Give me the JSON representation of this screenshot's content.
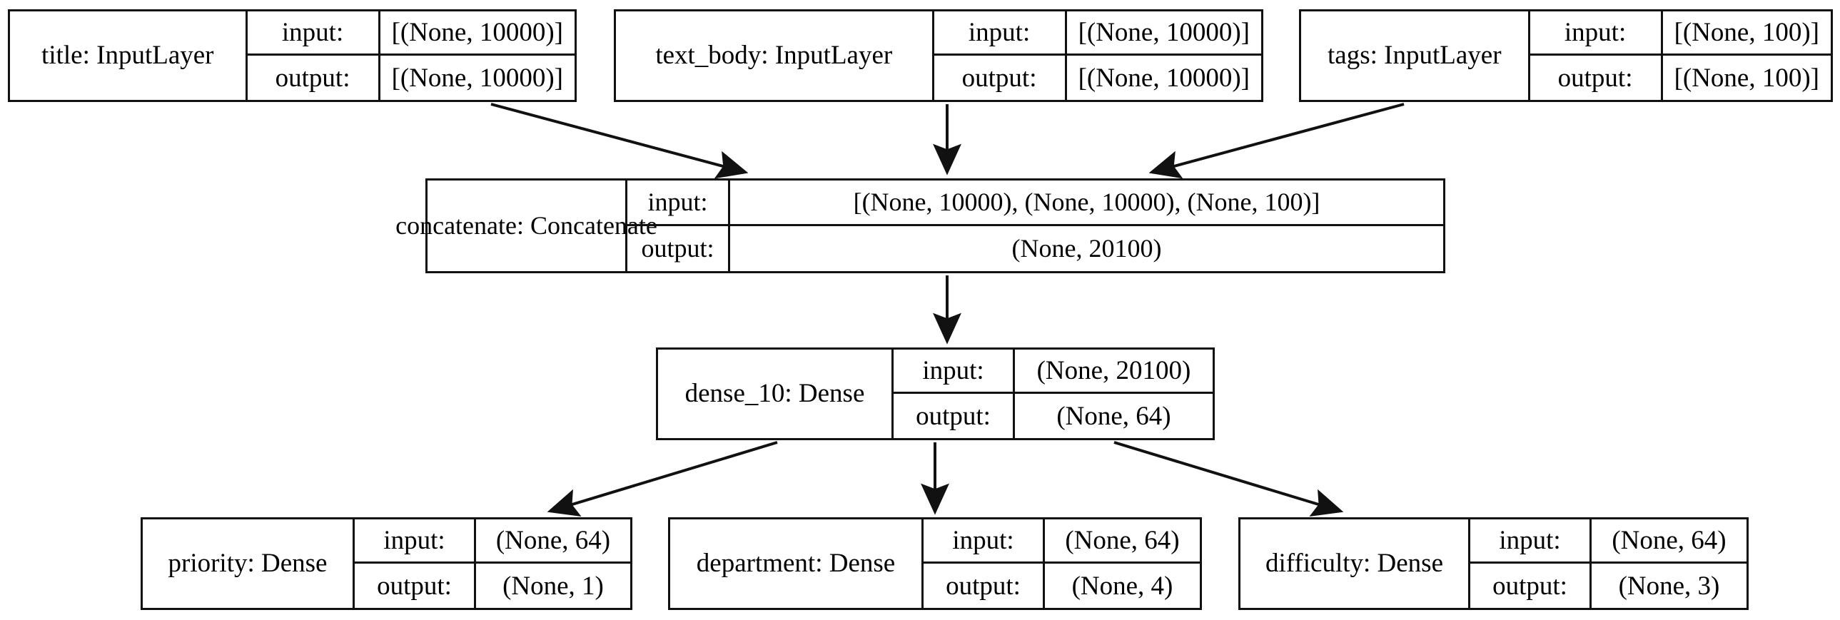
{
  "diagram": {
    "title": "Keras functional model plot",
    "background_color": "#ffffff",
    "line_color": "#111111",
    "text_color": "#000000",
    "io_labels": {
      "input": "input:",
      "output": "output:"
    }
  },
  "nodes": {
    "title_input": {
      "name": "title: InputLayer",
      "input_label": "input:",
      "input_value": "[(None, 10000)]",
      "output_label": "output:",
      "output_value": "[(None, 10000)]"
    },
    "text_body_input": {
      "name": "text_body: InputLayer",
      "input_label": "input:",
      "input_value": "[(None, 10000)]",
      "output_label": "output:",
      "output_value": "[(None, 10000)]"
    },
    "tags_input": {
      "name": "tags: InputLayer",
      "input_label": "input:",
      "input_value": "[(None, 100)]",
      "output_label": "output:",
      "output_value": "[(None, 100)]"
    },
    "concatenate": {
      "name": "concatenate: Concatenate",
      "input_label": "input:",
      "input_value": "[(None, 10000), (None, 10000), (None, 100)]",
      "output_label": "output:",
      "output_value": "(None, 20100)"
    },
    "dense_10": {
      "name": "dense_10: Dense",
      "input_label": "input:",
      "input_value": "(None, 20100)",
      "output_label": "output:",
      "output_value": "(None, 64)"
    },
    "priority": {
      "name": "priority: Dense",
      "input_label": "input:",
      "input_value": "(None, 64)",
      "output_label": "output:",
      "output_value": "(None, 1)"
    },
    "department": {
      "name": "department: Dense",
      "input_label": "input:",
      "input_value": "(None, 64)",
      "output_label": "output:",
      "output_value": "(None, 4)"
    },
    "difficulty": {
      "name": "difficulty: Dense",
      "input_label": "input:",
      "input_value": "(None, 64)",
      "output_label": "output:",
      "output_value": "(None, 3)"
    }
  },
  "edges": [
    {
      "from": "title_input",
      "to": "concatenate"
    },
    {
      "from": "text_body_input",
      "to": "concatenate"
    },
    {
      "from": "tags_input",
      "to": "concatenate"
    },
    {
      "from": "concatenate",
      "to": "dense_10"
    },
    {
      "from": "dense_10",
      "to": "priority"
    },
    {
      "from": "dense_10",
      "to": "department"
    },
    {
      "from": "dense_10",
      "to": "difficulty"
    }
  ]
}
